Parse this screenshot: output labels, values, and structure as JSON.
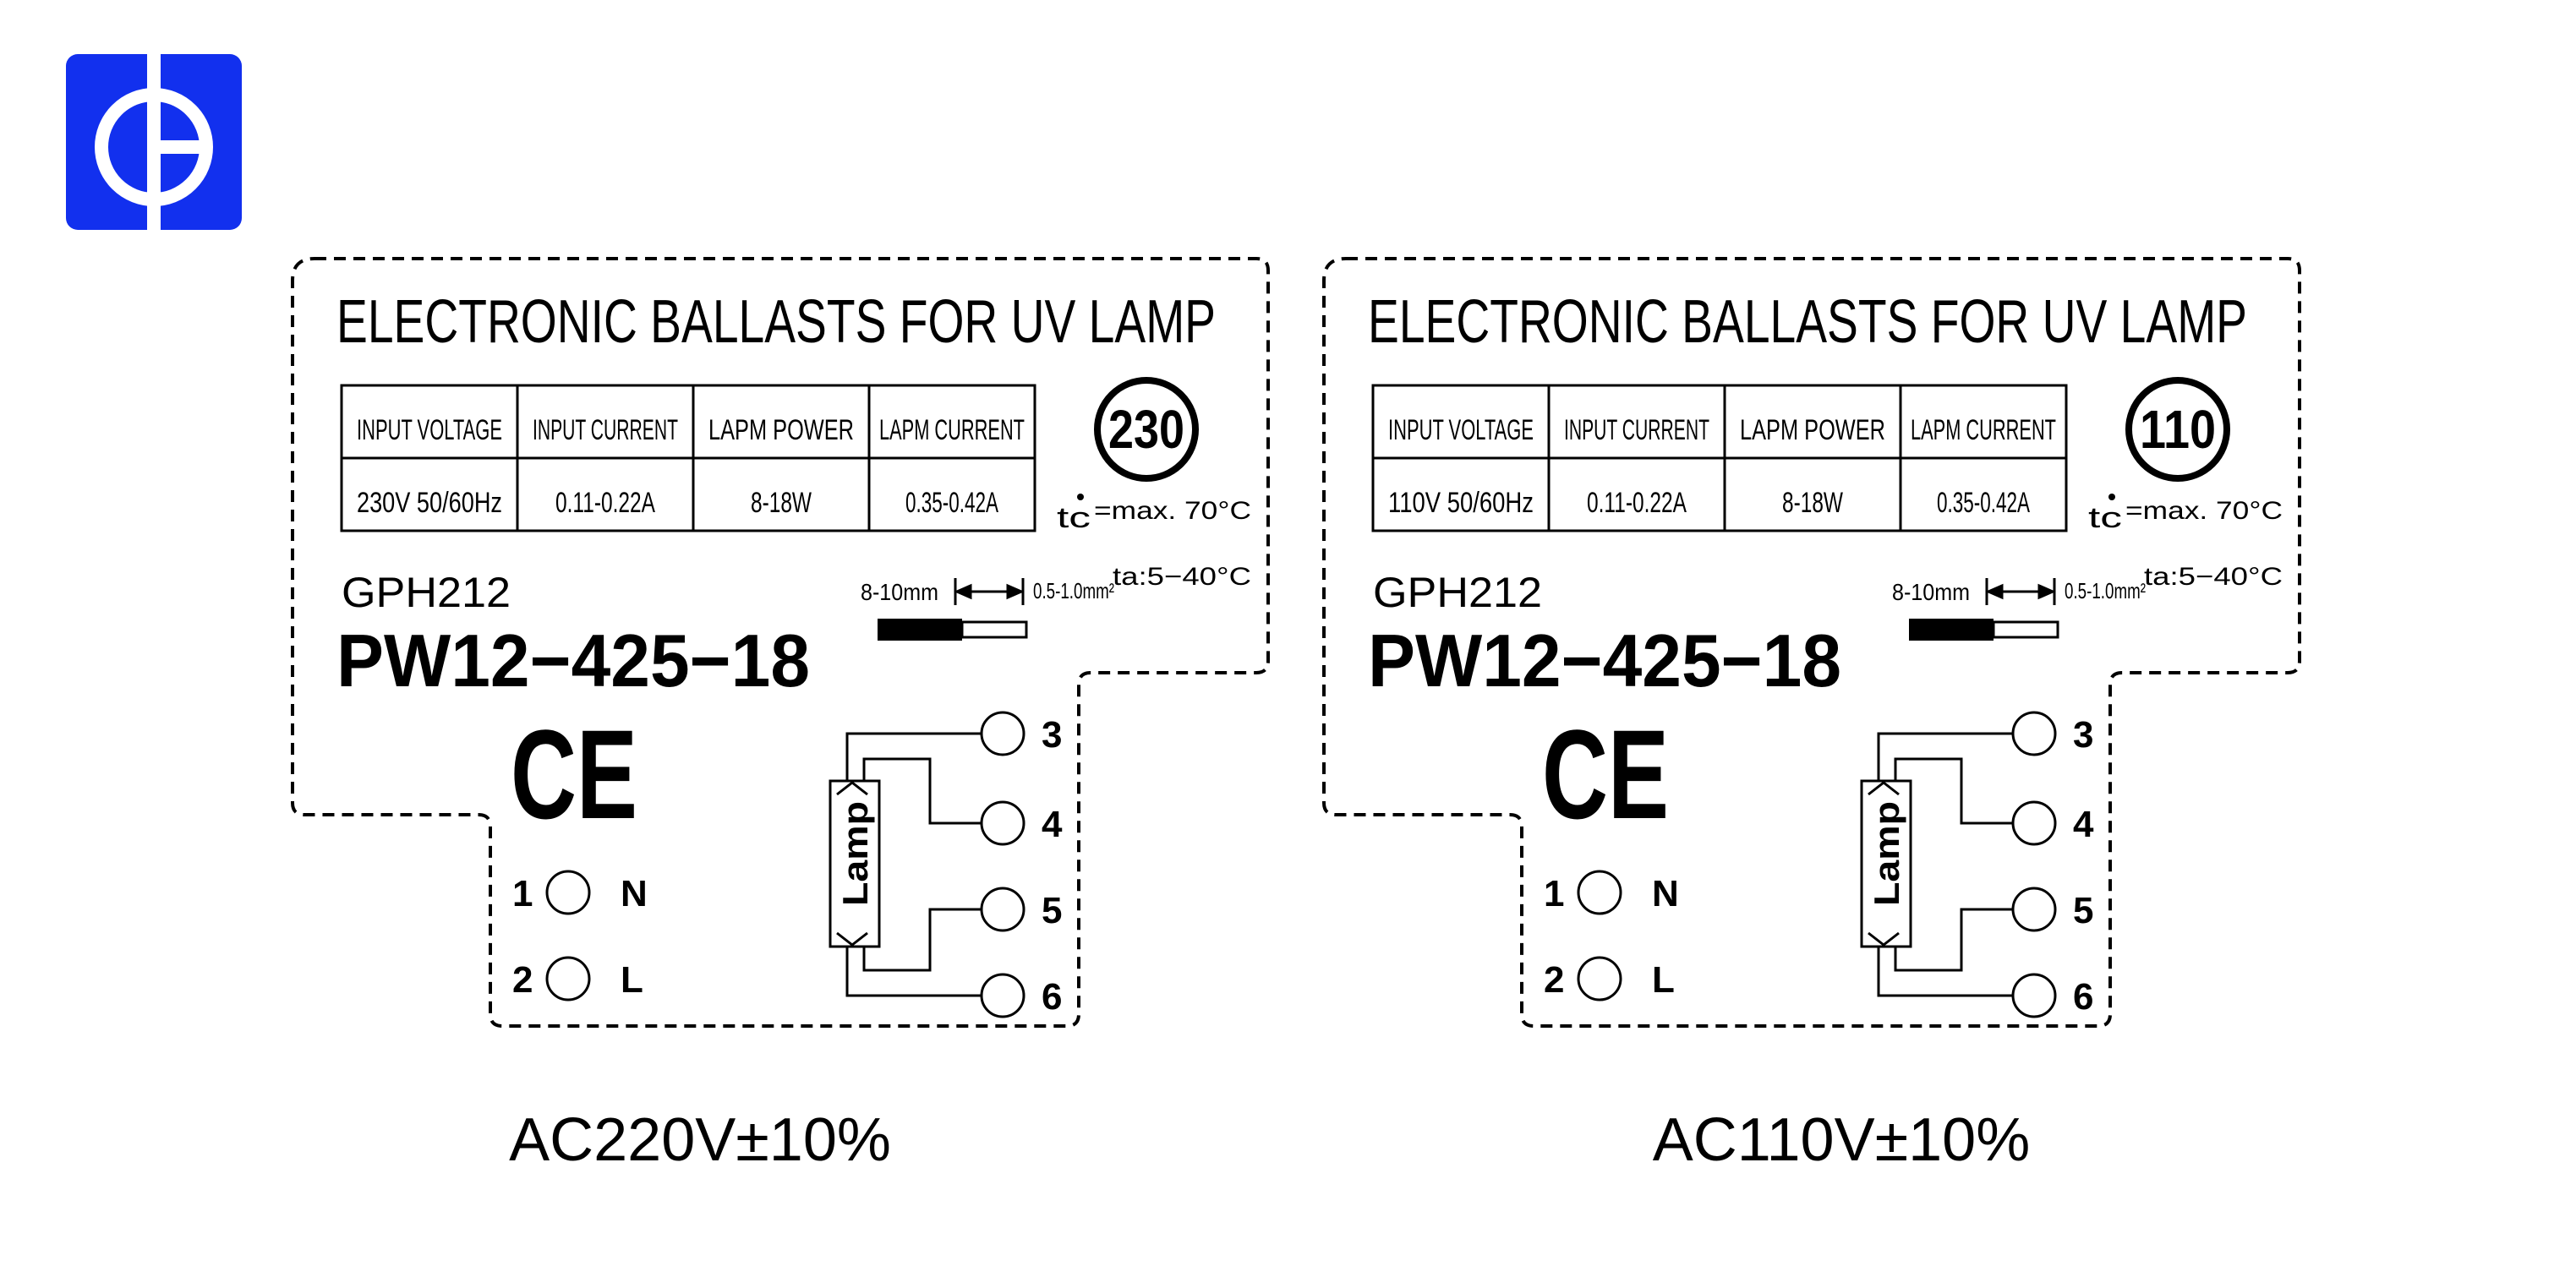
{
  "logo": {
    "name": "brand-logo",
    "color": "#1230ee"
  },
  "labels": [
    {
      "title": "ELECTRONIC BALLASTS FOR UV LAMP",
      "table": {
        "headers": [
          "INPUT  VOLTAGE",
          "INPUT  CURRENT",
          "LAPM    POWER",
          "LAPM  CURRENT"
        ],
        "values": [
          "230V  50/60Hz",
          "0.11-0.22A",
          "8-18W",
          "0.35-0.42A"
        ]
      },
      "voltage_badge": "230",
      "tc_symbol": "tc",
      "tc_text": "=max. 70°C",
      "ta_text": "ta:5−40°C",
      "series": "GPH212",
      "model": "PW12−425−18",
      "strip_length": "8-10mm",
      "wire_section": "0.5-1.0mm²",
      "ce_mark": "CE",
      "input_terminals": [
        {
          "num": "1",
          "label": "N"
        },
        {
          "num": "2",
          "label": "L"
        }
      ],
      "lamp_label": "Lamp",
      "lamp_terminals": [
        "3",
        "4",
        "5",
        "6"
      ]
    },
    {
      "title": "ELECTRONIC BALLASTS FOR UV LAMP",
      "table": {
        "headers": [
          "INPUT  VOLTAGE",
          "INPUT  CURRENT",
          "LAPM    POWER",
          "LAPM  CURRENT"
        ],
        "values": [
          "110V  50/60Hz",
          "0.11-0.22A",
          "8-18W",
          "0.35-0.42A"
        ]
      },
      "voltage_badge": "110",
      "tc_symbol": "tc",
      "tc_text": "=max. 70°C",
      "ta_text": "ta:5−40°C",
      "series": "GPH212",
      "model": "PW12−425−18",
      "strip_length": "8-10mm",
      "wire_section": "0.5-1.0mm²",
      "ce_mark": "CE",
      "input_terminals": [
        {
          "num": "1",
          "label": "N"
        },
        {
          "num": "2",
          "label": "L"
        }
      ],
      "lamp_label": "Lamp",
      "lamp_terminals": [
        "3",
        "4",
        "5",
        "6"
      ]
    }
  ],
  "captions": [
    "AC220V±10%",
    "AC110V±10%"
  ]
}
